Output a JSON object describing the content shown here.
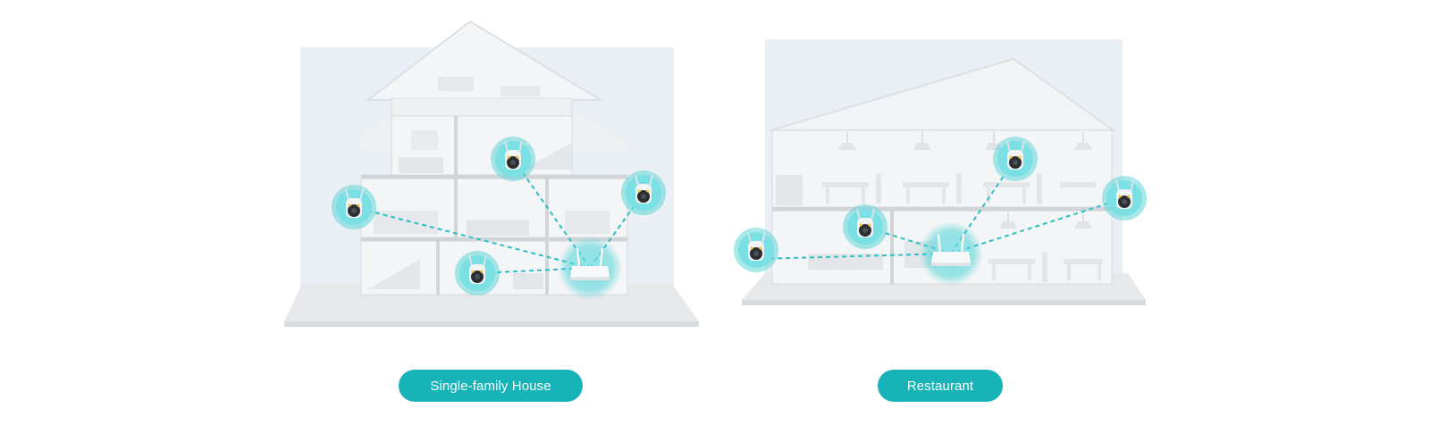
{
  "scenarios": [
    {
      "label": "Single-family House",
      "devices": {
        "cameras": 4,
        "nvr": 1
      }
    },
    {
      "label": "Restaurant",
      "devices": {
        "cameras": 4,
        "nvr": 1
      }
    }
  ],
  "colors": {
    "accent": "#17b3b8",
    "link_line": "#2bbfc4",
    "backdrop": "#e9eff4",
    "building": "#f4f5f6"
  },
  "icons": [
    "camera-icon",
    "nvr-icon",
    "wireless-link-line"
  ]
}
